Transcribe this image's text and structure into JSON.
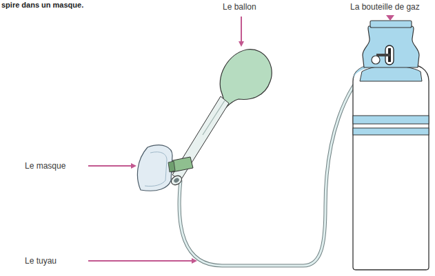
{
  "diagram": {
    "labels": [
      "spire dans un masque.",
      "Le ballon",
      "La bouteille de gaz",
      "Le masque",
      "Le tuyau"
    ]
  }
}
